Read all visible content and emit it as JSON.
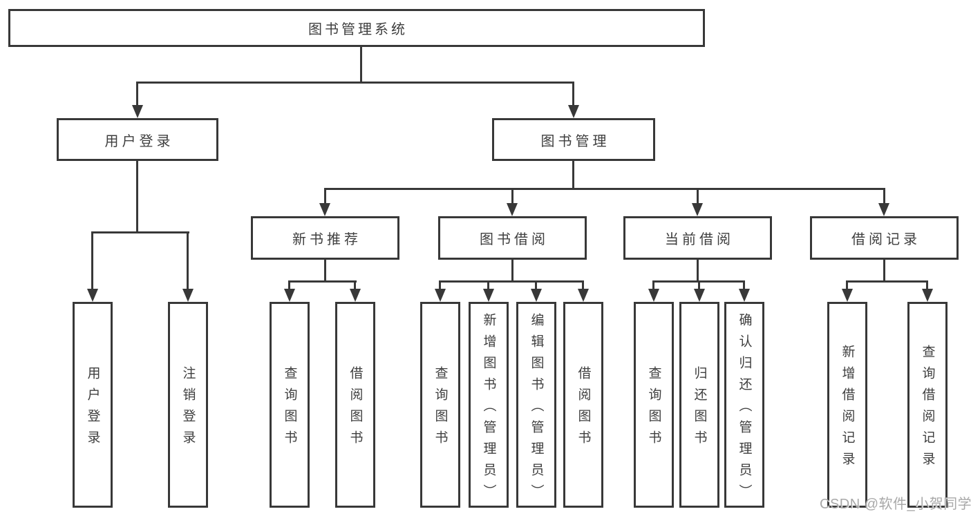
{
  "tree": {
    "root": {
      "label": "图书管理系统"
    },
    "user_login": {
      "label": "用户登录",
      "children": {
        "login": {
          "label": "用户登录"
        },
        "logout": {
          "label": "注销登录"
        }
      }
    },
    "book_management": {
      "label": "图书管理",
      "children": {
        "new_book_recommend": {
          "label": "新书推荐",
          "children": {
            "query_books": {
              "label": "查询图书"
            },
            "borrow_books": {
              "label": "借阅图书"
            }
          }
        },
        "book_borrowing": {
          "label": "图书借阅",
          "children": {
            "query_books": {
              "label": "查询图书"
            },
            "add_books_admin": {
              "label": "新增图书（管理员）"
            },
            "edit_books_admin": {
              "label": "编辑图书（管理员）"
            },
            "borrow_books": {
              "label": "借阅图书"
            }
          }
        },
        "current_borrowing": {
          "label": "当前借阅",
          "children": {
            "query_books": {
              "label": "查询图书"
            },
            "return_books": {
              "label": "归还图书"
            },
            "confirm_return_admin": {
              "label": "确认归还（管理员）"
            }
          }
        },
        "borrowing_records": {
          "label": "借阅记录",
          "children": {
            "add_borrowing_record": {
              "label": "新增借阅记录"
            },
            "query_borrowing_record": {
              "label": "查询借阅记录"
            }
          }
        }
      }
    }
  },
  "watermark": {
    "text": "CSDN @软件_小贺同学"
  },
  "colors": {
    "line": "#383838",
    "text": "#3e3e3e",
    "watermark": "#a8a8a8",
    "background": "#ffffff"
  }
}
